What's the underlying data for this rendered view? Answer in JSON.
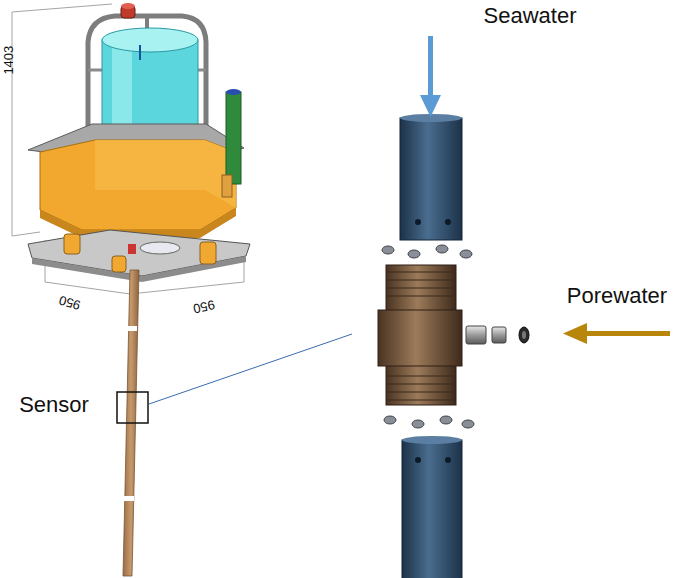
{
  "diagram": {
    "labels": [
      "Seawater",
      "1403",
      "950",
      "950",
      "Porewater",
      "Sensor"
    ]
  }
}
